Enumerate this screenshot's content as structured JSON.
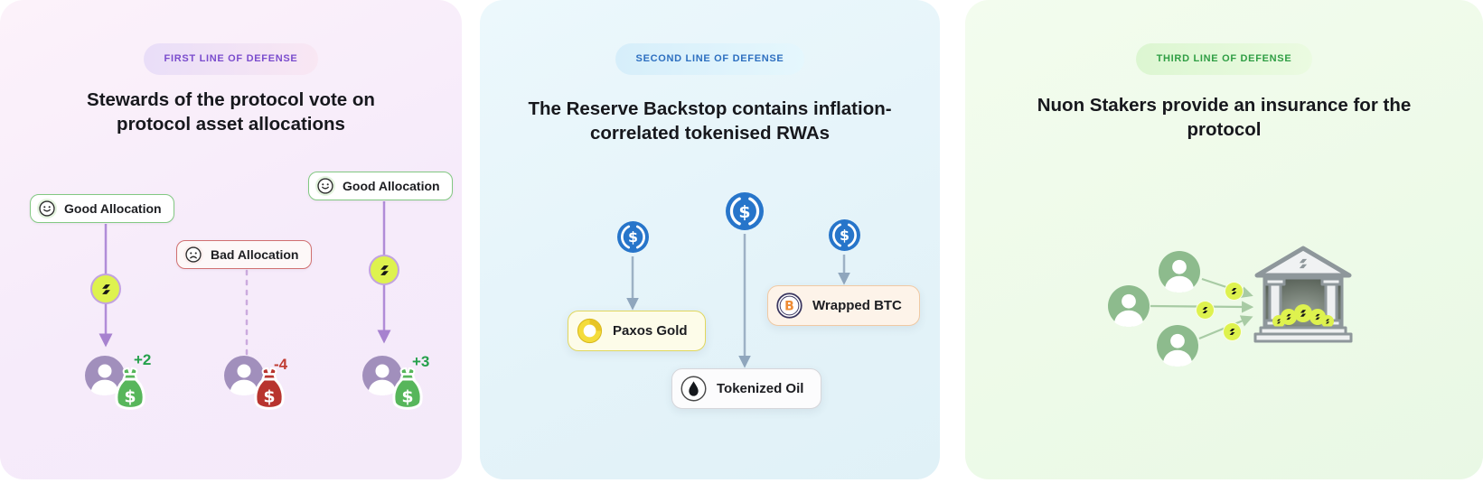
{
  "cards": [
    {
      "badge": "FIRST LINE OF DEFENSE",
      "title": "Stewards of the protocol vote on protocol asset allocations",
      "allocations": [
        {
          "label": "Good Allocation",
          "mood": "good",
          "delta": "+2"
        },
        {
          "label": "Bad Allocation",
          "mood": "bad",
          "delta": "-4"
        },
        {
          "label": "Good Allocation",
          "mood": "good",
          "delta": "+3"
        }
      ]
    },
    {
      "badge": "SECOND LINE OF DEFENSE",
      "title": "The Reserve Backstop contains inflation-correlated tokenised RWAs",
      "assets": [
        {
          "label": "Paxos Gold"
        },
        {
          "label": "Wrapped BTC"
        },
        {
          "label": "Tokenized Oil"
        }
      ]
    },
    {
      "badge": "THIRD LINE OF DEFENSE",
      "title": "Nuon Stakers provide an insurance for the protocol"
    }
  ],
  "icons": {
    "good_allocation": "smiley-face-icon",
    "bad_allocation": "frown-face-icon",
    "nuon_token": "nuon-token-icon",
    "steward": "person-avatar-icon",
    "reward": "money-bag-icon",
    "usdc": "usdc-coin-icon",
    "paxos_gold": "paxg-coin-icon",
    "wrapped_btc": "wbtc-coin-icon",
    "tokenized_oil": "oil-drop-icon",
    "bank": "bank-building-icon"
  },
  "colors": {
    "card1_badge_text": "#7a4ccd",
    "card2_badge_text": "#2d6fc0",
    "card3_badge_text": "#2f9e44",
    "positive_delta": "#25a04b",
    "negative_delta": "#c03d33",
    "usdc_blue": "#2775ca",
    "nuon_token_yellow": "#def24e",
    "good_border_green": "#82c882",
    "bad_border_red": "#d07070",
    "purple_arrow": "#a782cf",
    "slate_arrow": "#9db1c5",
    "green_arrow": "#a8cba4",
    "money_bag_green": "#57b65b",
    "money_bag_red": "#b8342e"
  }
}
